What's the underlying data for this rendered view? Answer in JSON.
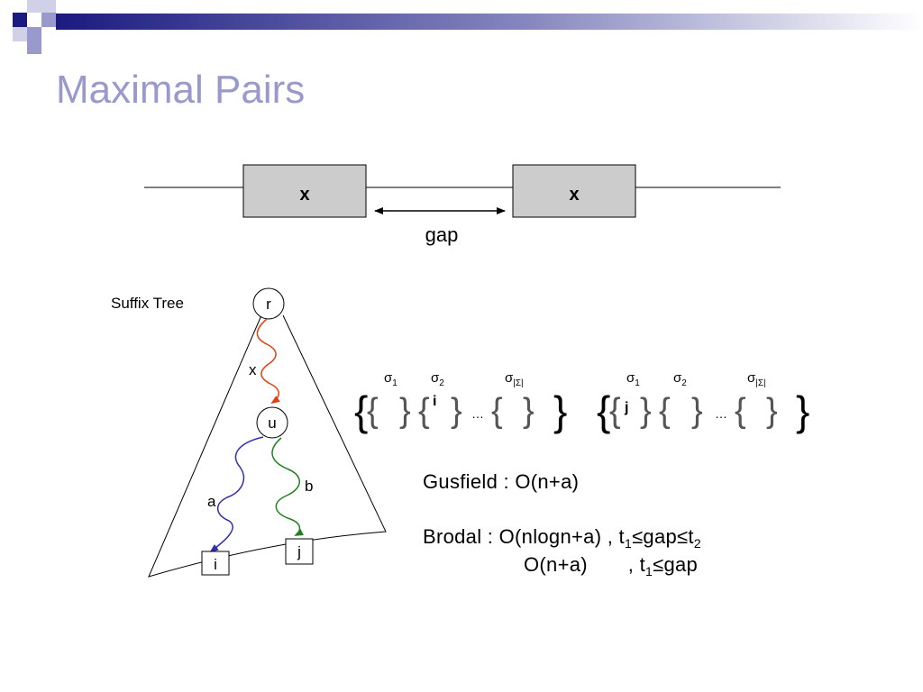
{
  "slide": {
    "title": "Maximal Pairs",
    "accent_color": "#9999cc",
    "deco_colors": [
      "#1a1a80",
      "#9999cc",
      "#d0d0e8"
    ]
  },
  "strand": {
    "box_left_label": "x",
    "box_right_label": "x",
    "gap_label": "gap",
    "box_fill": "#cccccc"
  },
  "tree": {
    "caption": "Suffix Tree",
    "root_label": "r",
    "node_label": "u",
    "path_x_label": "x",
    "path_a_label": "a",
    "path_b_label": "b",
    "leaf_i_label": "i",
    "leaf_j_label": "j",
    "path_colors": {
      "x": "#e04010",
      "a": "#3030b0",
      "b": "#208020"
    }
  },
  "sets": {
    "left": {
      "sigma1": "σ",
      "sub1": "1",
      "sigma2": "σ",
      "sub2": "2",
      "sigmaN": "σ",
      "subN": "|Σ|",
      "marker": "i",
      "ellipsis": "…"
    },
    "right": {
      "sigma1": "σ",
      "sub1": "1",
      "sigma2": "σ",
      "sub2": "2",
      "sigmaN": "σ",
      "subN": "|Σ|",
      "marker": "j",
      "ellipsis": "…"
    }
  },
  "complexity": {
    "gusfield": "Gusfield : O(n+a)",
    "brodal_label": "Brodal : ",
    "brodal_line1": "O(nlogn+a) , t",
    "brodal_line1_sub1": "1",
    "brodal_line1_mid": "≤gap≤t",
    "brodal_line1_sub2": "2",
    "brodal_line2": "O(n+a)       , t",
    "brodal_line2_sub": "1",
    "brodal_line2_end": "≤gap"
  }
}
